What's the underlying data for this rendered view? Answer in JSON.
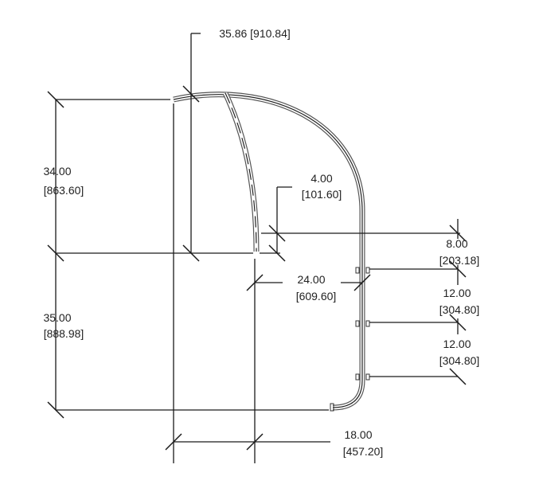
{
  "drawing": {
    "overall_height": {
      "in": "35.86",
      "mm": "[910.84]",
      "label": "35.86  [910.84]"
    },
    "upper_height": {
      "in": "34.00",
      "mm": "[863.60]"
    },
    "lower_height": {
      "in": "35.00",
      "mm": "[888.98]"
    },
    "offset_small": {
      "in": "4.00",
      "mm": "[101.60]"
    },
    "spacing_top": {
      "in": "8.00",
      "mm": "[203.18]"
    },
    "spacing_mid": {
      "in": "12.00",
      "mm": "[304.80]"
    },
    "spacing_bottom": {
      "in": "12.00",
      "mm": "[304.80]"
    },
    "width_inner": {
      "in": "24.00",
      "mm": "[609.60]"
    },
    "width_base": {
      "in": "18.00",
      "mm": "[457.20]"
    }
  }
}
